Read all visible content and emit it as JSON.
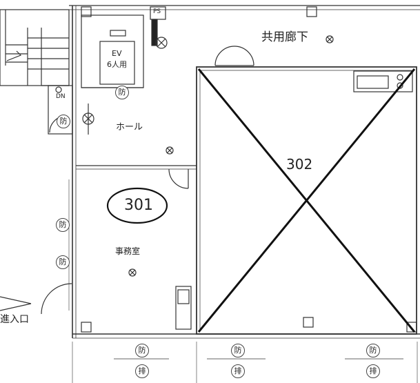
{
  "rooms": {
    "corridor": "共用廊下",
    "hall": "ホール",
    "office": "事務室",
    "entrance": "進入口",
    "elevator_line1": "EV",
    "elevator_line2": "6人用",
    "pipe_space": "PS",
    "down": "DN"
  },
  "units": {
    "unit_301": "301",
    "unit_302": "302"
  },
  "symbols": {
    "fire_protection": "防",
    "exhaust": "排"
  }
}
